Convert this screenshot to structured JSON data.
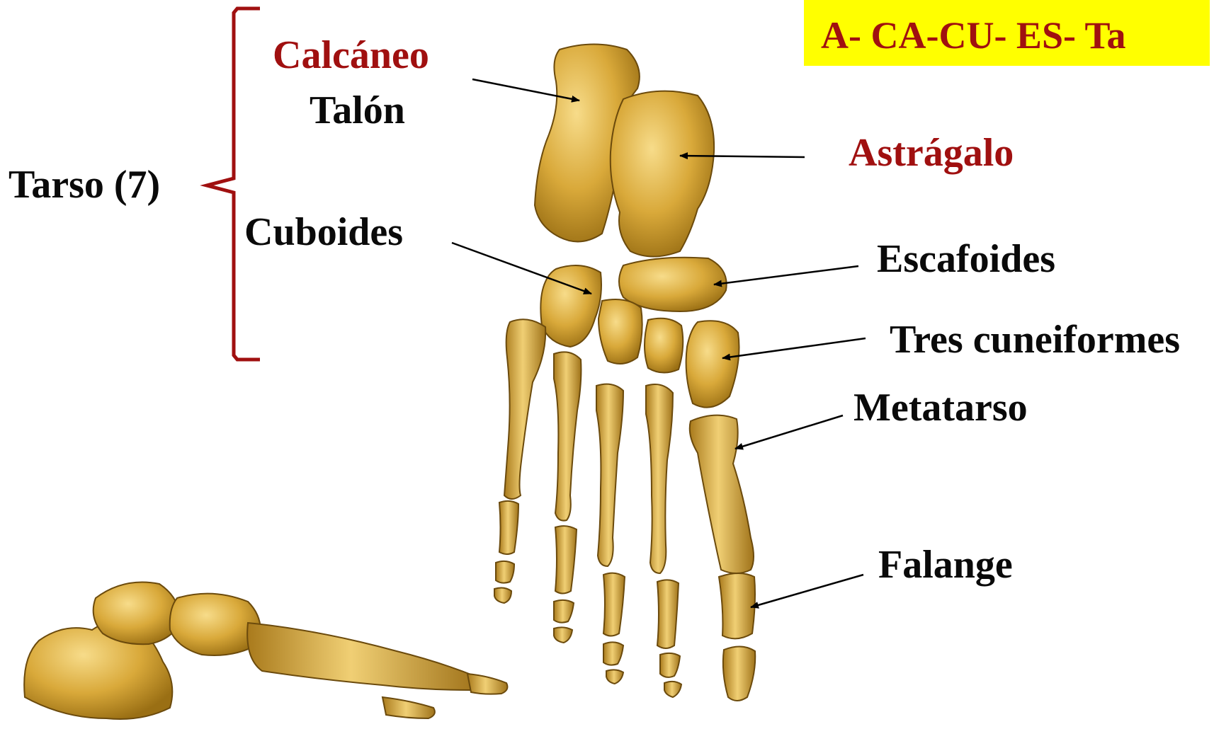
{
  "mnemonic": "A- CA-CU- ES- Ta",
  "bracket_label": "Tarso (7)",
  "labels": {
    "calcaneo": "Calcáneo",
    "talon": "Talón",
    "cuboides": "Cuboides",
    "astragalo": "Astrágalo",
    "escafoides": "Escafoides",
    "cuneiformes": "Tres cuneiformes",
    "metatarso": "Metatarso",
    "falange": "Falange"
  },
  "colors": {
    "accent_red": "#a01010",
    "highlight": "#ffff00",
    "bone": "#d9a93a",
    "bone_dark": "#9a6f14",
    "text": "#0a0a0a"
  }
}
